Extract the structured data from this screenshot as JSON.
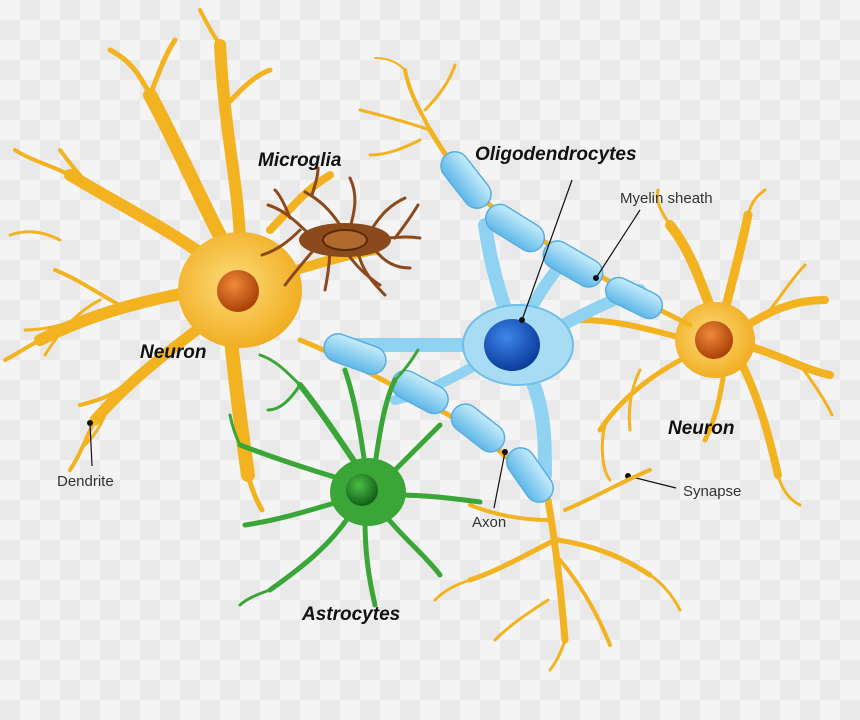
{
  "labels": {
    "microglia": "Microglia",
    "oligodendrocytes": "Oligodendrocytes",
    "myelin_sheath": "Myelin sheath",
    "neuron_left": "Neuron",
    "neuron_right": "Neuron",
    "dendrite": "Dendrite",
    "axon": "Axon",
    "synapse": "Synapse",
    "astrocytes": "Astrocytes"
  },
  "colors": {
    "neuron": "#f3b321",
    "neuron_dark": "#d98f0c",
    "nucleus": "#c85a10",
    "microglia": "#8b4a1c",
    "oligodendrocyte": "#8fd2f2",
    "oligo_nucleus": "#1d5cc7",
    "astrocyte": "#3aa637",
    "astro_nucleus": "#1e7a22"
  }
}
